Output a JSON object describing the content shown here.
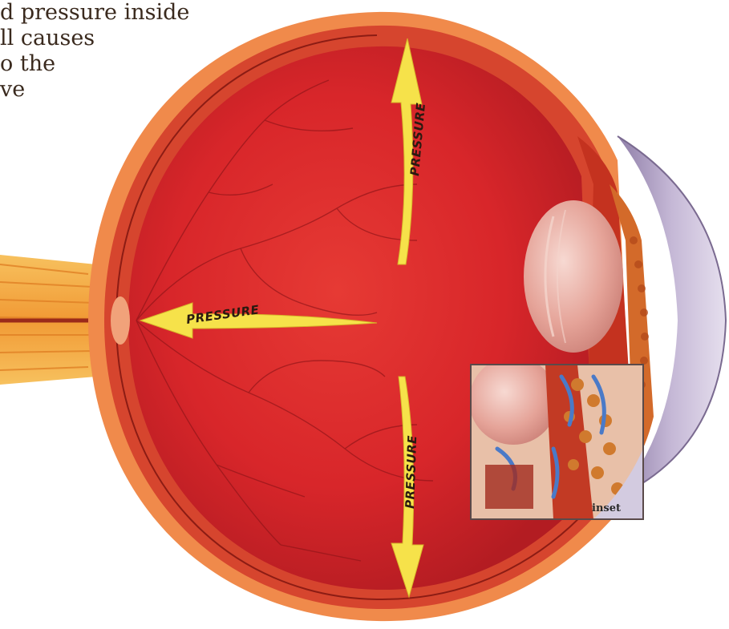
{
  "caption": {
    "lines": [
      "d pressure inside",
      "ll causes",
      "o the",
      "ve"
    ]
  },
  "arrows": {
    "up_label": "PRESSURE",
    "left_label": "PRESSURE",
    "down_label": "PRESSURE"
  },
  "inset": {
    "label": "inset"
  },
  "colors": {
    "sclera": "#f08a4b",
    "choroid": "#d6452e",
    "vitreous": "#d8262a",
    "arrow": "#f6e24a",
    "lens": "#e9b0a6",
    "cornea": "#b8a9c9",
    "nerve": "#f4b04a"
  }
}
